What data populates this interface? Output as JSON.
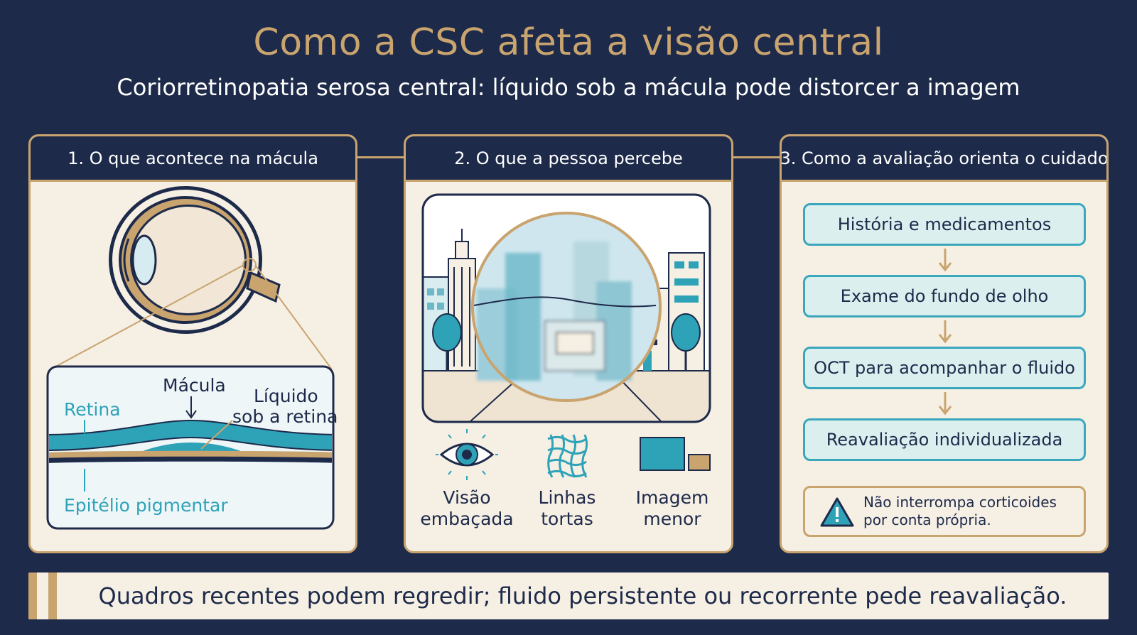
{
  "title": "Como a CSC afeta a visão central",
  "subtitle": "Coriorretinopatia serosa central: líquido sob a mácula pode distorcer a imagem",
  "panels": [
    {
      "heading": "1. O que acontece na mácula",
      "labels": {
        "macula": "Mácula",
        "fluid_line1": "Líquido",
        "fluid_line2": "sob a retina",
        "retina": "Retina",
        "epithelium": "Epitélio pigmentar"
      }
    },
    {
      "heading": "2. O que a pessoa percebe",
      "symptoms": [
        {
          "line1": "Visão",
          "line2": "embaçada",
          "icon": "eye-icon"
        },
        {
          "line1": "Linhas",
          "line2": "tortas",
          "icon": "grid-icon"
        },
        {
          "line1": "Imagem",
          "line2": "menor",
          "icon": "size-compare-icon"
        }
      ]
    },
    {
      "heading": "3. Como a avaliação orienta o cuidado",
      "steps": [
        "História e medicamentos",
        "Exame do fundo de olho",
        "OCT para acompanhar o fluido",
        "Reavaliação individualizada"
      ],
      "warning_line1": "Não interrompa corticoides",
      "warning_line2": "por conta própria."
    }
  ],
  "footer": "Quadros recentes podem regredir; fluido persistente ou recorrente pede reavaliação.",
  "colors": {
    "navy": "#1d2a4a",
    "gold": "#c9a46f",
    "teal": "#2ea3b8",
    "cream": "#f6efe4"
  }
}
